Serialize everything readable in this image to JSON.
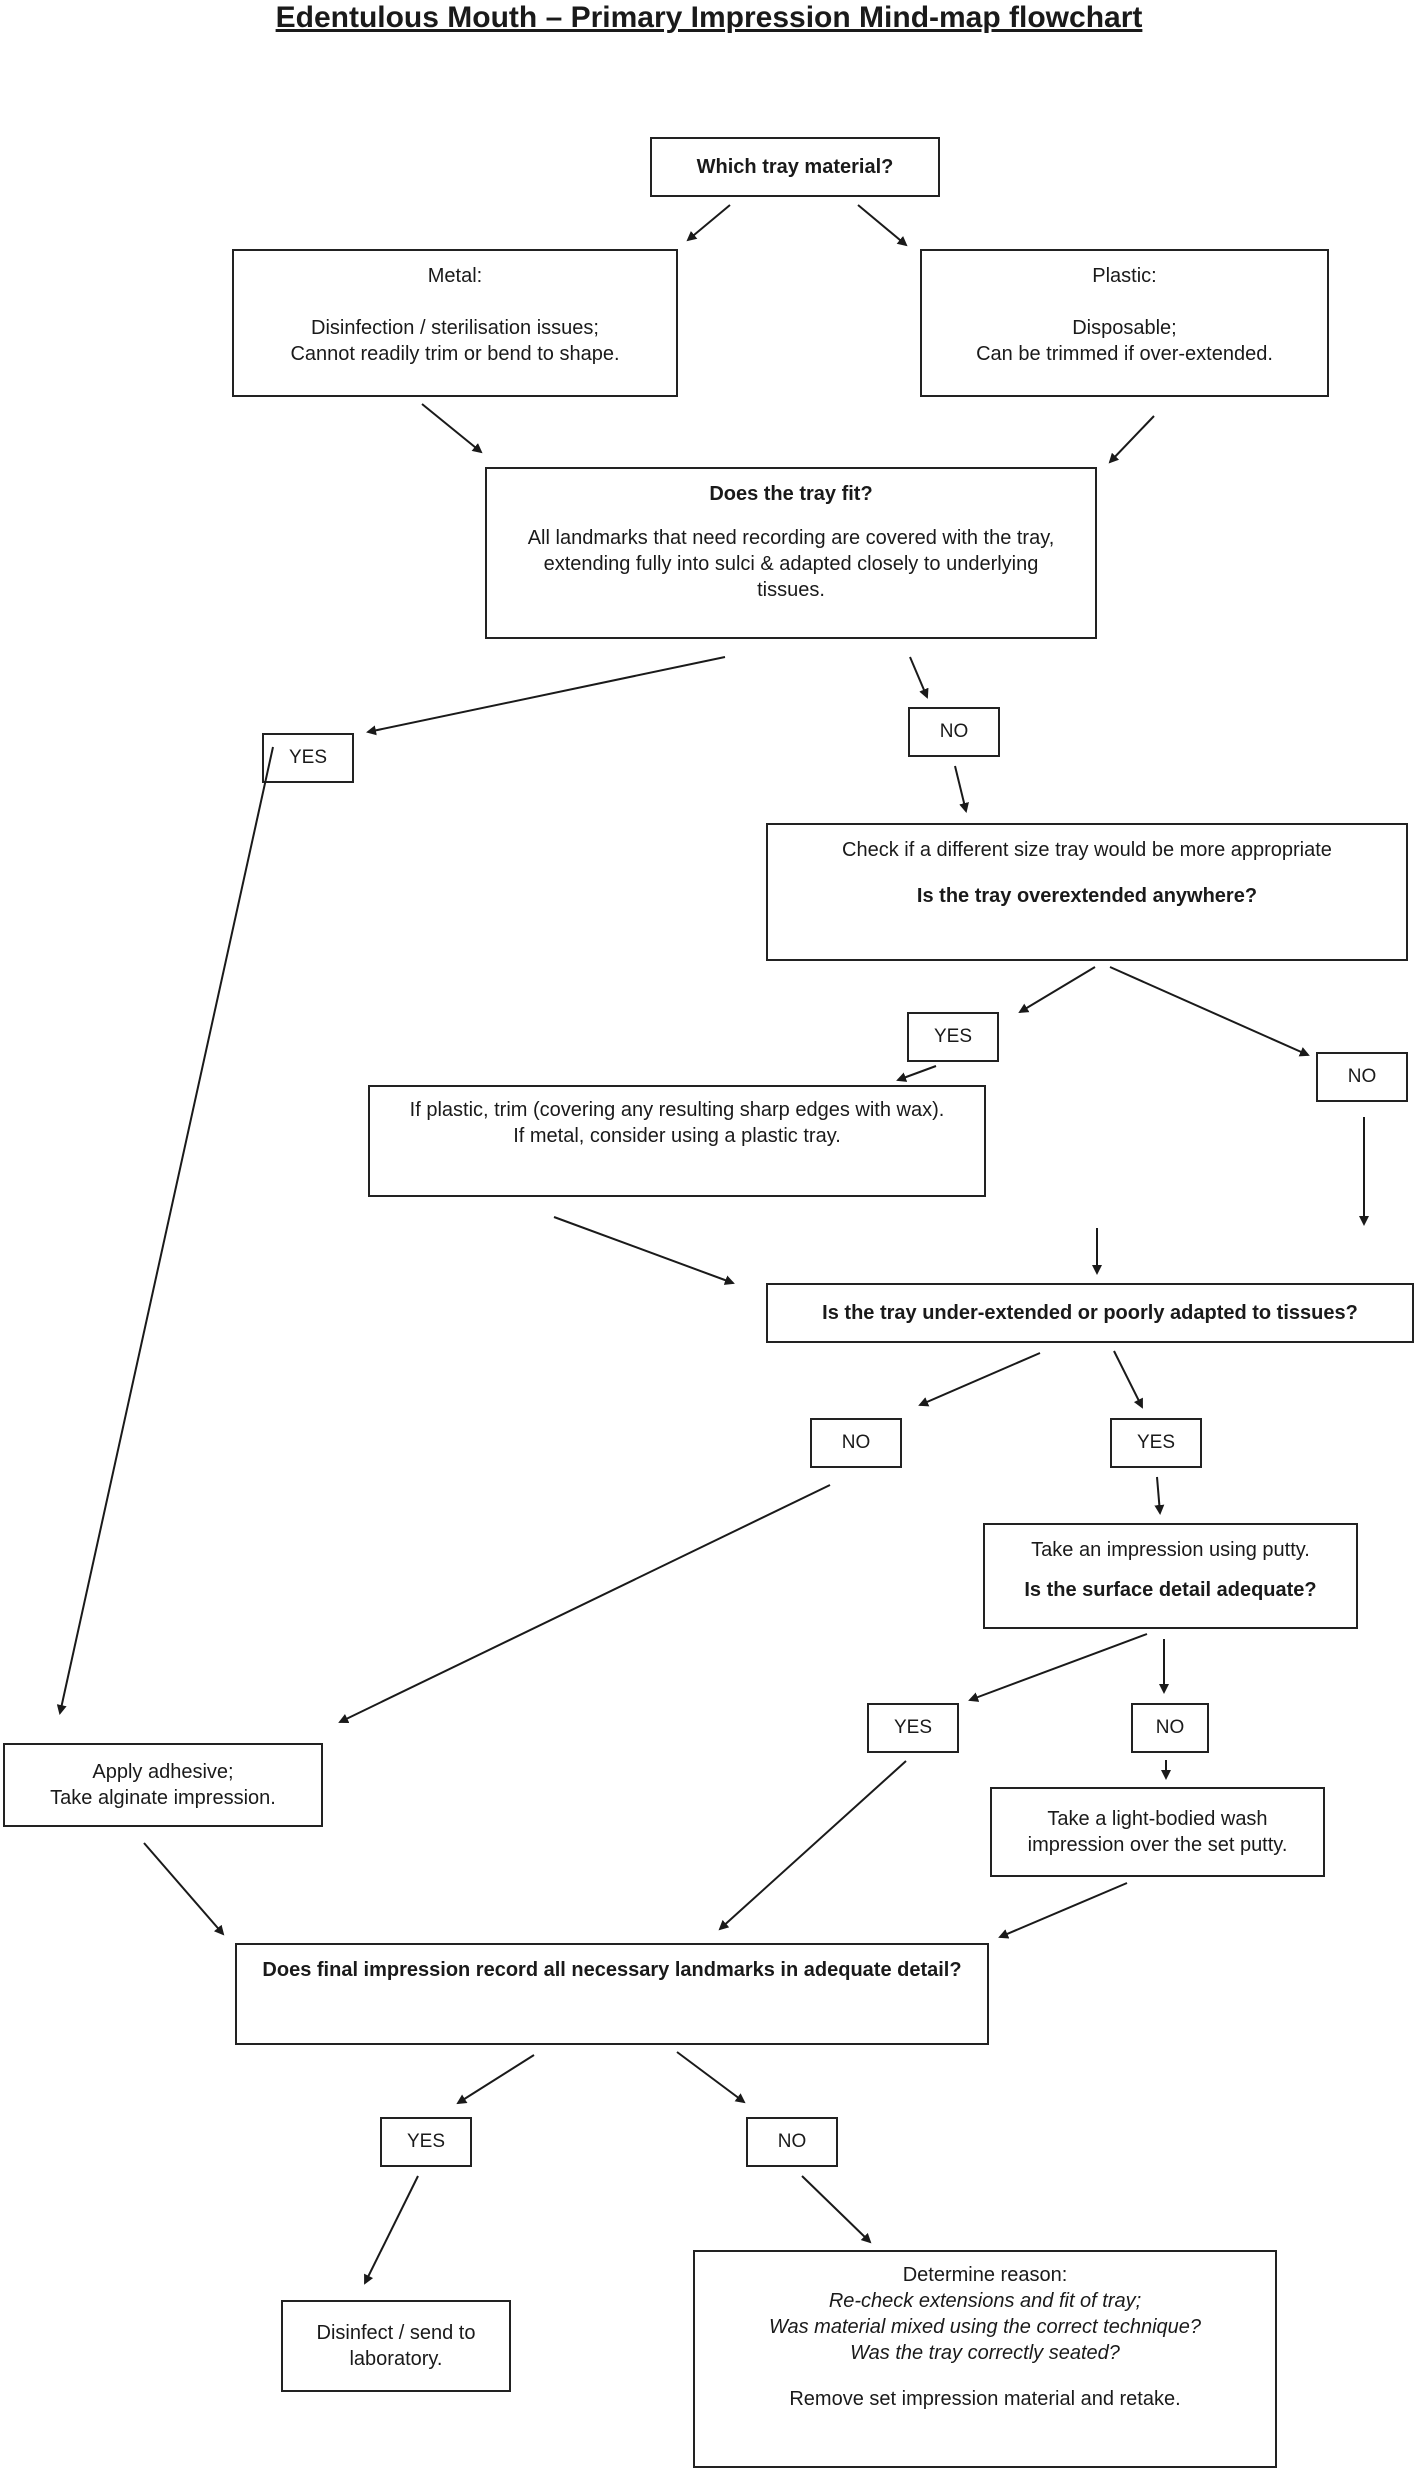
{
  "title": "Edentulous Mouth – Primary Impression Mind-map flowchart",
  "nodes": {
    "tray_material": "Which tray material?",
    "metal": {
      "heading": "Metal:",
      "line1": "Disinfection / sterilisation issues;",
      "line2": "Cannot readily trim or bend to shape."
    },
    "plastic": {
      "heading": "Plastic:",
      "line1": "Disposable;",
      "line2": "Can be trimmed if over-extended."
    },
    "tray_fit": {
      "question": "Does the tray fit?",
      "detail": "All landmarks that need recording are covered with the tray, extending fully into sulci & adapted closely to underlying tissues."
    },
    "check_size": {
      "line1": "Check if a different size tray would be more appropriate",
      "question": "Is the tray overextended anywhere?"
    },
    "trim": {
      "line1": "If plastic, trim (covering any resulting sharp edges with wax).",
      "line2": "If metal, consider using a plastic tray."
    },
    "under_extended": "Is the tray under-extended or poorly adapted to tissues?",
    "putty": {
      "line1": "Take an impression using putty.",
      "question": "Is the surface detail adequate?"
    },
    "adhesive": {
      "line1": "Apply adhesive;",
      "line2": "Take alginate impression."
    },
    "wash": "Take a light-bodied wash impression over the set putty.",
    "final_check": "Does final impression record all necessary landmarks in adequate detail?",
    "disinfect": "Disinfect / send to laboratory.",
    "reason": {
      "heading": "Determine reason:",
      "q1": "Re-check extensions and fit of tray;",
      "q2": "Was material mixed using the correct technique?",
      "q3": "Was the tray correctly seated?",
      "action": "Remove set impression material and retake."
    }
  },
  "labels": {
    "yes": "YES",
    "no": "NO"
  }
}
